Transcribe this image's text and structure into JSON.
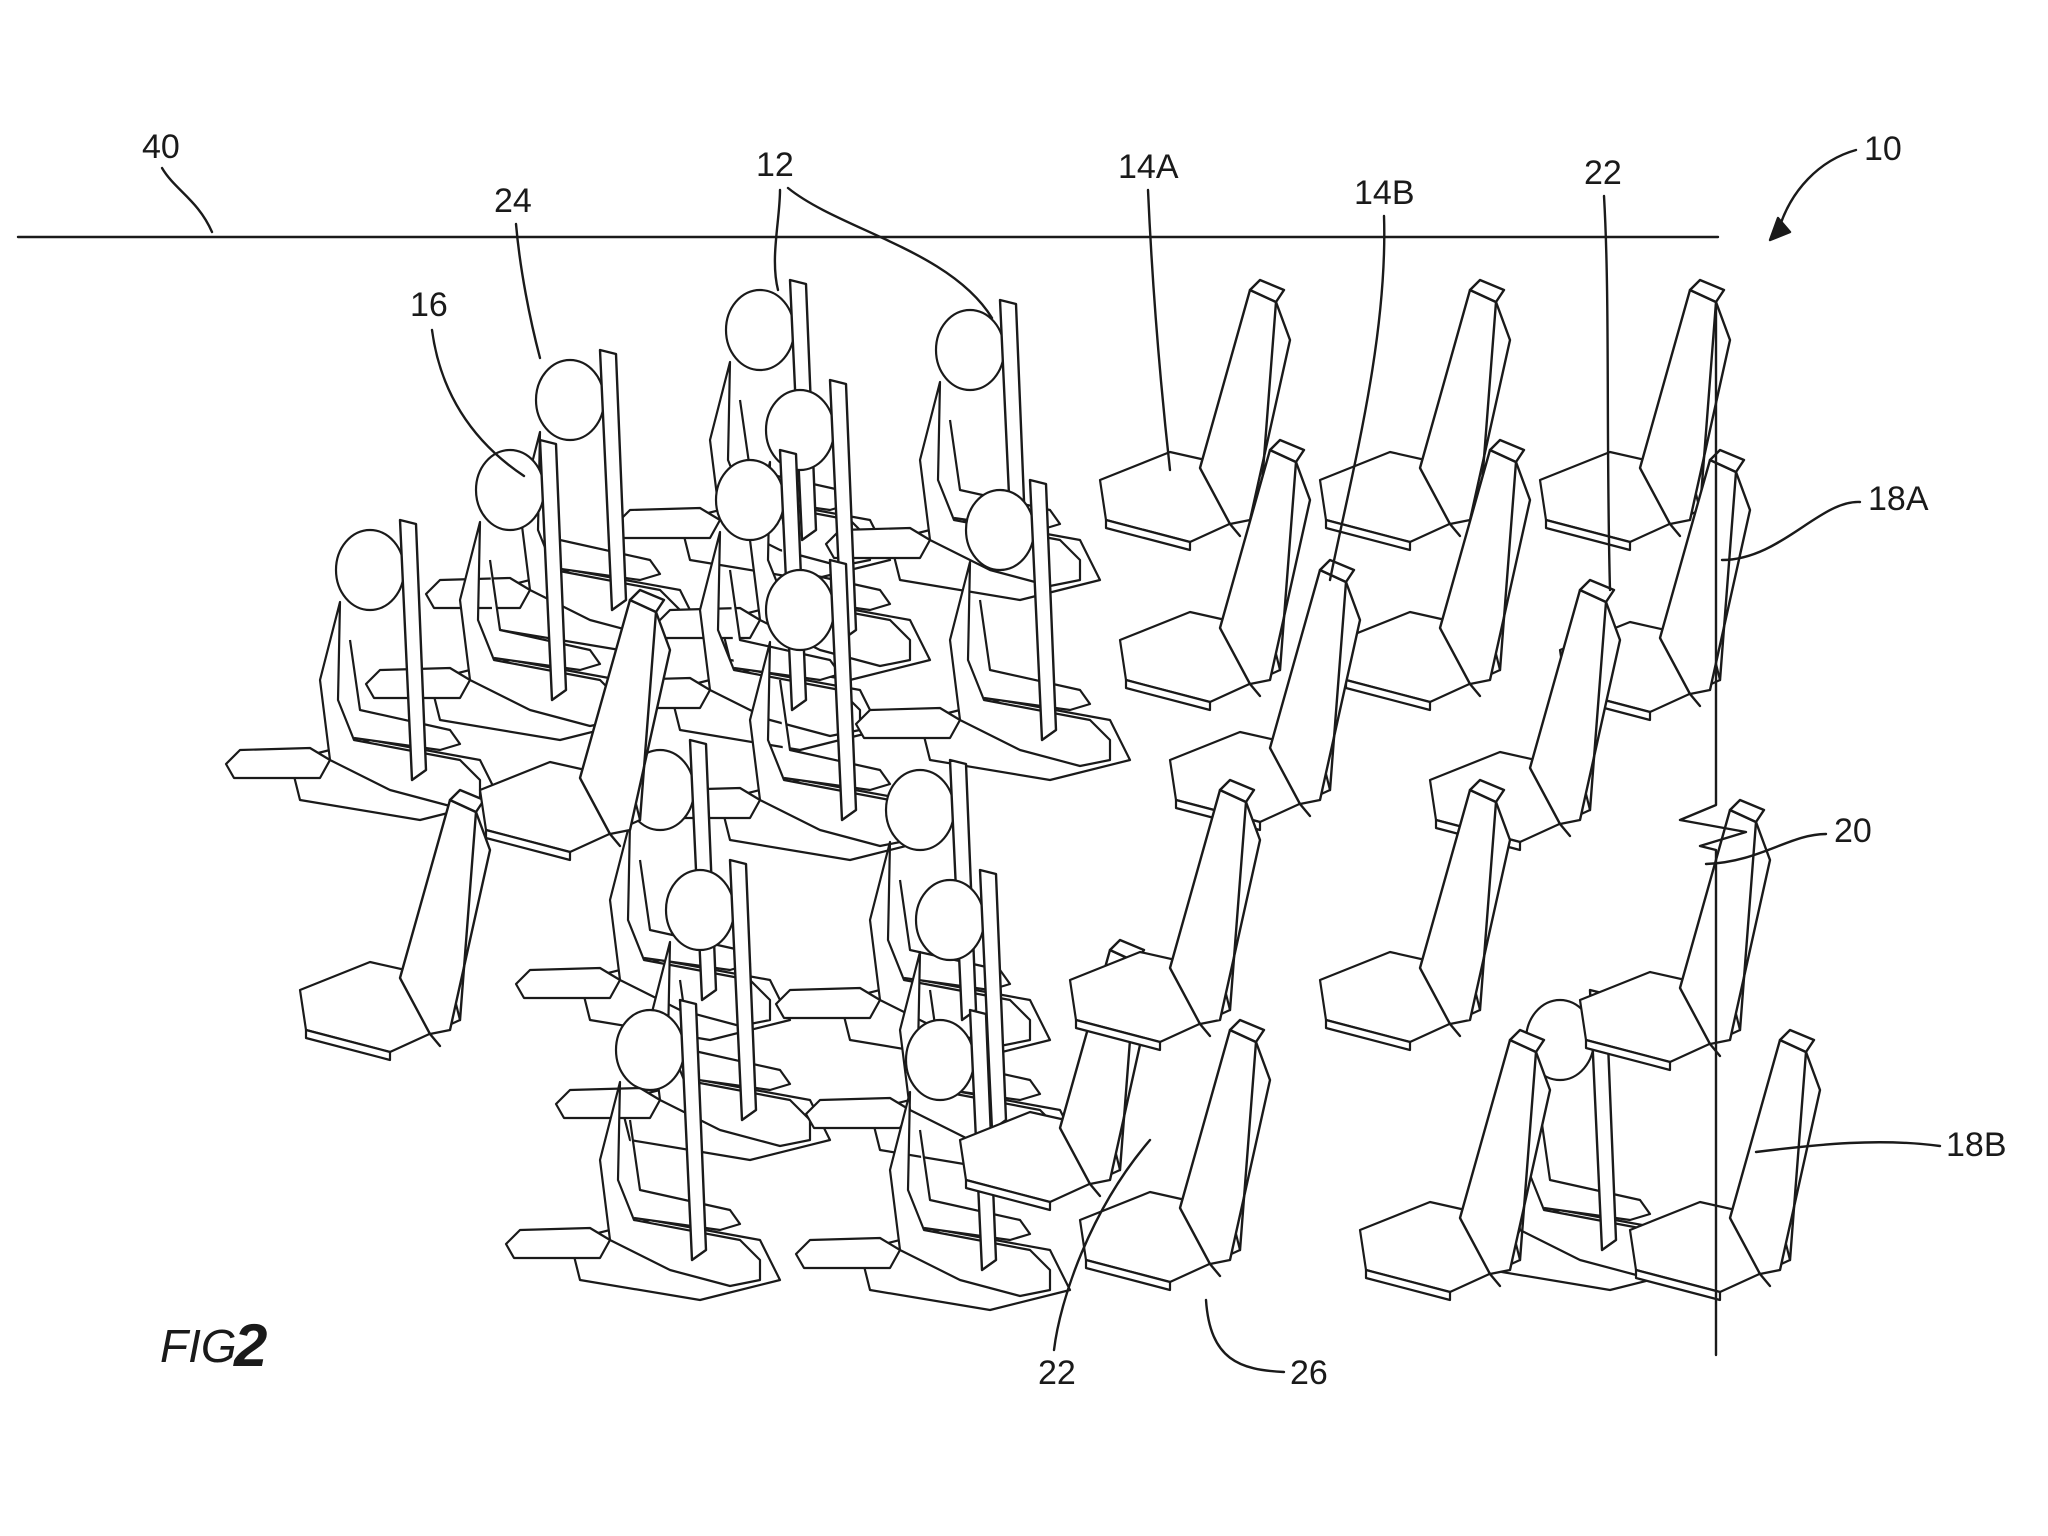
{
  "figure": {
    "caption_prefix": "FIG.",
    "caption_number": "2"
  },
  "references": {
    "r40": "40",
    "r12": "12",
    "r24": "24",
    "r16": "16",
    "r14A": "14A",
    "r14B": "14B",
    "r22_top": "22",
    "r10": "10",
    "r18A": "18A",
    "r20": "20",
    "r18B": "18B",
    "r22_bottom": "22",
    "r26": "26"
  }
}
